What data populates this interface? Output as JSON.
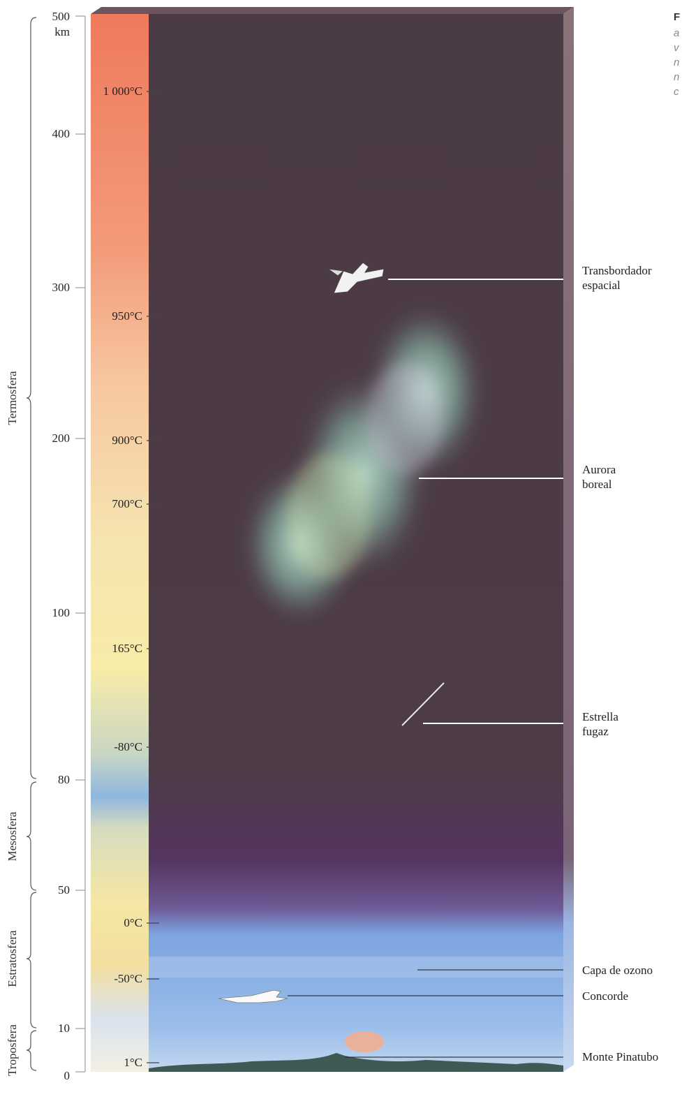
{
  "altitude_scale": {
    "ticks": [
      {
        "value": "500",
        "unit": "km"
      },
      {
        "value": "400"
      },
      {
        "value": "300"
      },
      {
        "value": "200"
      },
      {
        "value": "100"
      },
      {
        "value": "80"
      },
      {
        "value": "50"
      },
      {
        "value": "10"
      },
      {
        "value": "0"
      }
    ]
  },
  "temperatures": [
    "1 000°C",
    "950°C",
    "900°C",
    "700°C",
    "165°C",
    "-80°C",
    "0°C",
    "-50°C",
    "1°C"
  ],
  "layers": [
    {
      "name": "Termosfera"
    },
    {
      "name": "Mesosfera"
    },
    {
      "name": "Estratosfera"
    },
    {
      "name": "Troposfera"
    }
  ],
  "annotations": [
    {
      "text": "Transbordador\nespacial"
    },
    {
      "text": "Aurora\nboreal"
    },
    {
      "text": "Estrella\nfugaz"
    },
    {
      "text": "Capa de ozono"
    },
    {
      "text": "Concorde"
    },
    {
      "text": "Monte Pinatubo"
    }
  ],
  "side_text": {
    "title": "F",
    "lines": [
      "a",
      "v",
      "n",
      "n",
      "c"
    ]
  },
  "colors": {
    "space": "#4a3a44",
    "mesosphere": "#55345a",
    "stratosphere": "#7fa3dc",
    "troposphere": "#b9d0ee",
    "ground": "#3e5a52",
    "temp_hot": "#ef7a5c",
    "temp_warm": "#f5c8a0",
    "temp_mild": "#f6eaa6",
    "temp_cold": "#8fb6e0"
  }
}
